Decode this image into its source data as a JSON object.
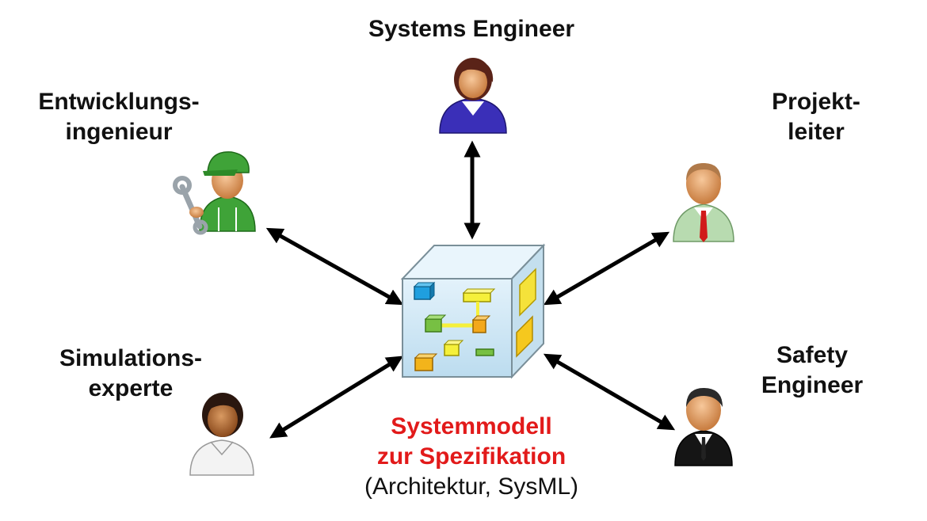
{
  "roles": {
    "systems_engineer": "Systems Engineer",
    "entwicklungs_line1": "Entwicklungs-",
    "entwicklungs_line2": "ingenieur",
    "projekt_line1": "Projekt-",
    "projekt_line2": "leiter",
    "simulations_line1": "Simulations-",
    "simulations_line2": "experte",
    "safety_line1": "Safety",
    "safety_line2": "Engineer"
  },
  "center": {
    "title_line1": "Systemmodell",
    "title_line2": "zur Spezifikation",
    "subtitle": "(Architektur, SysML)"
  },
  "colors": {
    "accent_red": "#e21a1a",
    "cube_front": "#cfe7f5",
    "arrow": "#000000"
  },
  "icons": {
    "systems_engineer": "person-icon-purple",
    "entwicklungs": "mechanic-with-wrench-icon",
    "projekt": "manager-with-tie-icon",
    "simulations": "person-icon-white",
    "safety": "person-in-suit-icon",
    "model": "system-model-cube-icon"
  }
}
